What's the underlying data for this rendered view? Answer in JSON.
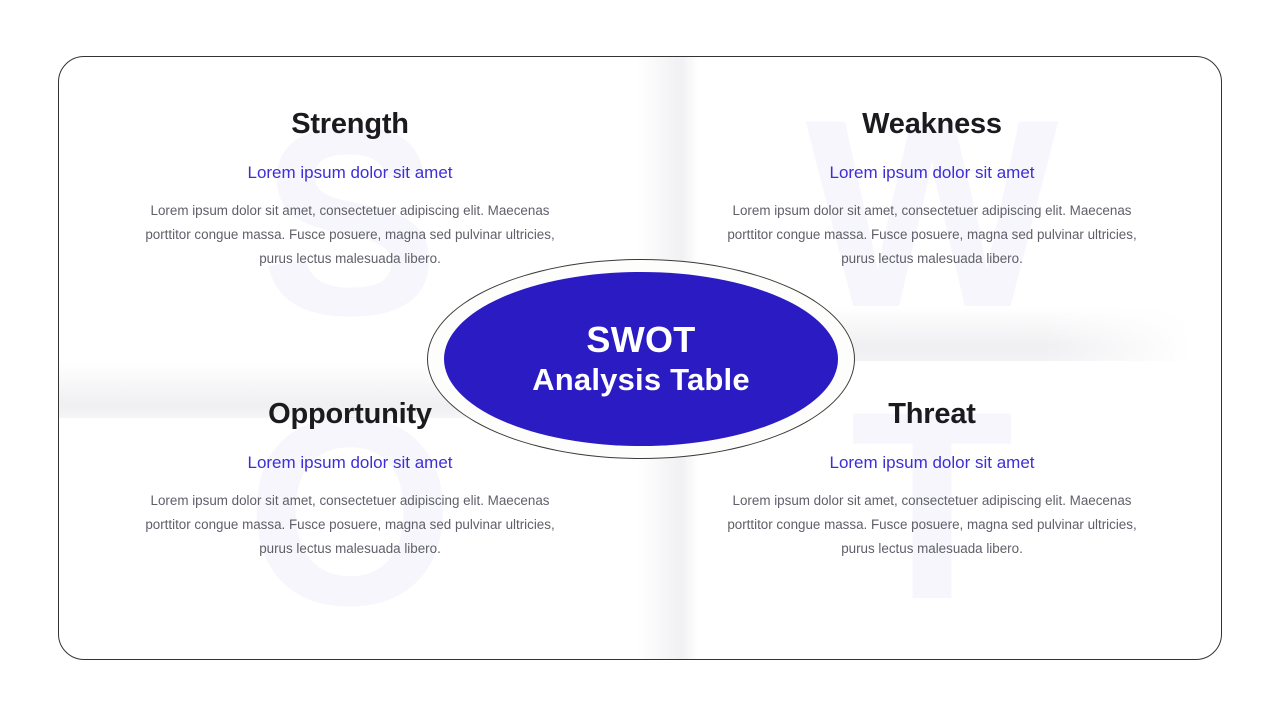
{
  "slide": {
    "background_color": "#ffffff"
  },
  "card": {
    "border_color": "#333333"
  },
  "center_badge": {
    "title_line1": "SWOT",
    "title_line2": "Analysis Table",
    "fill_color": "#2a1bc2",
    "ring_color": "#fdfdfb",
    "outline_color": "#3a3a3a",
    "text_color": "#ffffff"
  },
  "colors": {
    "title": "#1b1b1f",
    "subtitle": "#3d2fd4",
    "body": "#5f5f69",
    "watermark": "rgba(74,58,200,0.047)"
  },
  "quadrants": [
    {
      "key": "strength",
      "watermark_letter": "S",
      "title": "Strength",
      "subtitle": "Lorem ipsum dolor sit amet",
      "body": "Lorem ipsum dolor sit amet, consectetuer adipiscing elit. Maecenas porttitor congue massa. Fusce posuere, magna sed pulvinar ultricies, purus lectus malesuada libero."
    },
    {
      "key": "weakness",
      "watermark_letter": "W",
      "title": "Weakness",
      "subtitle": "Lorem ipsum dolor sit amet",
      "body": "Lorem ipsum dolor sit amet, consectetuer adipiscing elit. Maecenas porttitor congue massa. Fusce posuere, magna sed pulvinar ultricies, purus lectus malesuada libero."
    },
    {
      "key": "opportunity",
      "watermark_letter": "O",
      "title": "Opportunity",
      "subtitle": "Lorem ipsum dolor sit amet",
      "body": "Lorem ipsum dolor sit amet, consectetuer adipiscing elit. Maecenas porttitor congue massa. Fusce posuere, magna sed pulvinar ultricies, purus lectus malesuada libero."
    },
    {
      "key": "threat",
      "watermark_letter": "T",
      "title": "Threat",
      "subtitle": "Lorem ipsum dolor sit amet",
      "body": "Lorem ipsum dolor sit amet, consectetuer adipiscing elit. Maecenas porttitor congue massa. Fusce posuere, magna sed pulvinar ultricies, purus lectus malesuada libero."
    }
  ]
}
